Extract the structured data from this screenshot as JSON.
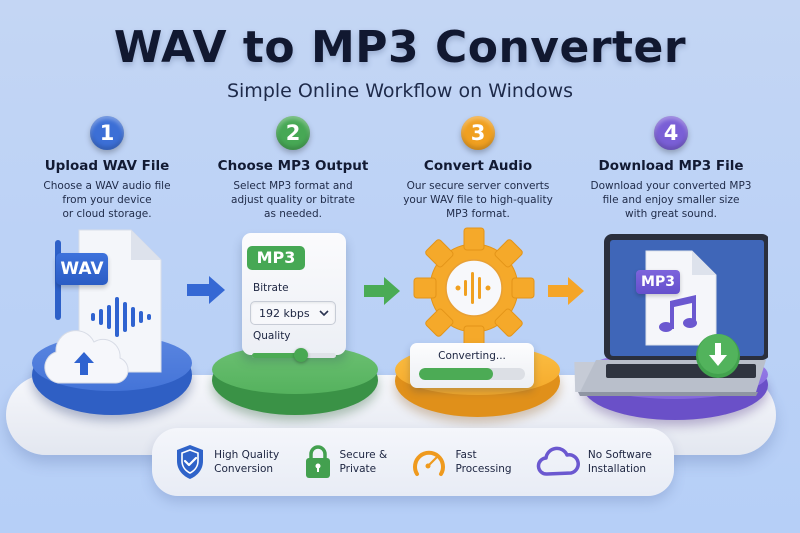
{
  "header": {
    "title": "WAV to MP3 Converter",
    "subtitle": "Simple Online Workflow on Windows"
  },
  "steps": [
    {
      "number": "1",
      "title": "Upload WAV File",
      "description": "Choose a WAV audio file\nfrom your device\nor cloud storage.",
      "color": "#3c6fd6"
    },
    {
      "number": "2",
      "title": "Choose MP3 Output",
      "description": "Select MP3 format and\nadjust quality or bitrate\nas needed.",
      "color": "#47a855"
    },
    {
      "number": "3",
      "title": "Convert Audio",
      "description": "Our secure server converts\nyour WAV file to high-quality\nMP3 format.",
      "color": "#f0a020"
    },
    {
      "number": "4",
      "title": "Download MP3 File",
      "description": "Download your converted MP3\nfile and enjoy smaller size\nwith great sound.",
      "color": "#7a5fd6"
    }
  ],
  "illustrations": {
    "wav_label": "WAV",
    "mp3_card": {
      "tag": "MP3",
      "bitrate_label": "Bitrate",
      "bitrate_value": "192 kbps",
      "quality_label": "Quality",
      "quality_percent": 58
    },
    "converting": {
      "label": "Converting...",
      "progress_percent": 70
    },
    "laptop_file_label": "MP3"
  },
  "features": [
    {
      "icon": "shield-check-icon",
      "label": "High Quality\nConversion",
      "color": "#2f63c9"
    },
    {
      "icon": "lock-icon",
      "label": "Secure &\nPrivate",
      "color": "#43a04f"
    },
    {
      "icon": "speedometer-icon",
      "label": "Fast\nProcessing",
      "color": "#ef9a1e"
    },
    {
      "icon": "cloud-icon",
      "label": "No Software\nInstallation",
      "color": "#6b58d0"
    }
  ]
}
